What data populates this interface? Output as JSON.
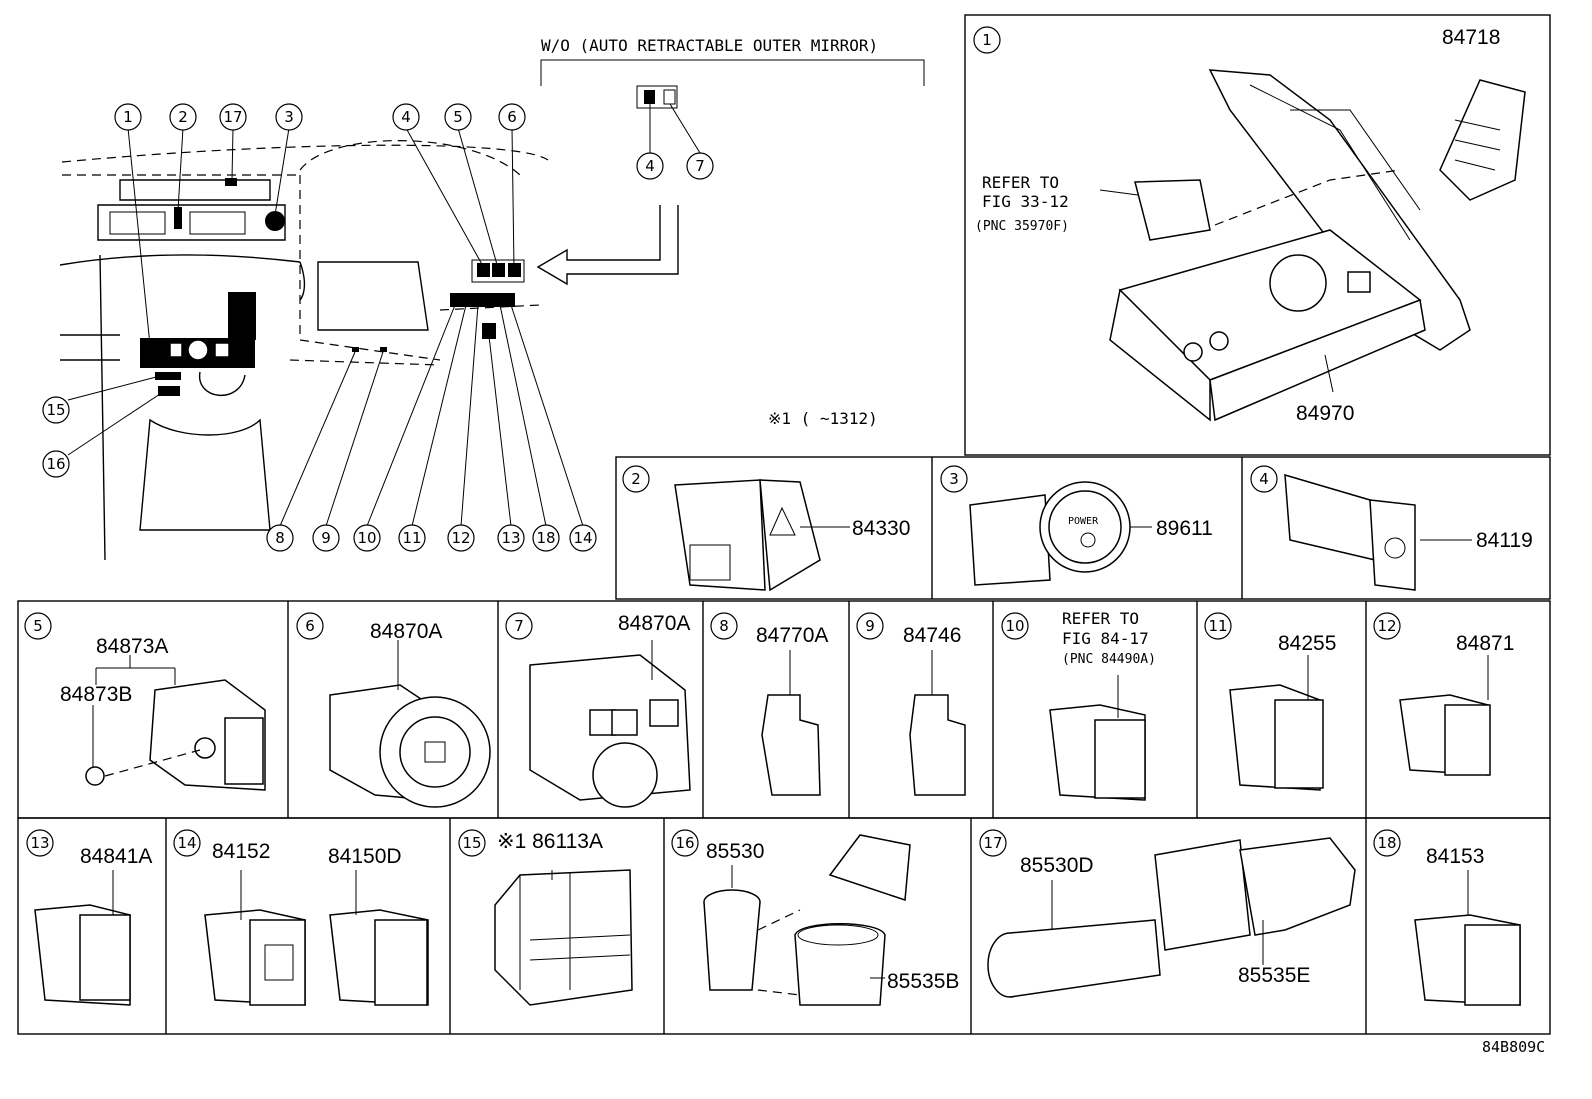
{
  "header": {
    "mirror_note": "W/O (AUTO RETRACTABLE OUTER MIRROR)",
    "footnote": "※1 (      ~1312)",
    "diagram_code": "84B809C"
  },
  "overview_callouts": [
    "1",
    "2",
    "17",
    "3",
    "4",
    "5",
    "6",
    "15",
    "16",
    "8",
    "9",
    "10",
    "11",
    "12",
    "13",
    "18",
    "14"
  ],
  "mirror_callouts": [
    "4",
    "7"
  ],
  "panels": [
    {
      "key": "p1",
      "callout": "1",
      "parts": [
        "84718",
        "84970"
      ],
      "refer": [
        "REFER TO",
        "FIG 33-12",
        "(PNC 35970F)"
      ]
    },
    {
      "key": "p2",
      "callout": "2",
      "parts": [
        "84330"
      ]
    },
    {
      "key": "p3",
      "callout": "3",
      "parts": [
        "89611"
      ],
      "label": "POWER"
    },
    {
      "key": "p4",
      "callout": "4",
      "parts": [
        "84119"
      ]
    },
    {
      "key": "p5",
      "callout": "5",
      "parts": [
        "84873A",
        "84873B"
      ]
    },
    {
      "key": "p6",
      "callout": "6",
      "parts": [
        "84870A"
      ]
    },
    {
      "key": "p7",
      "callout": "7",
      "parts": [
        "84870A"
      ]
    },
    {
      "key": "p8",
      "callout": "8",
      "parts": [
        "84770A"
      ]
    },
    {
      "key": "p9",
      "callout": "9",
      "parts": [
        "84746"
      ]
    },
    {
      "key": "p10",
      "callout": "10",
      "parts": [],
      "refer": [
        "REFER TO",
        "FIG 84-17",
        "(PNC 84490A)"
      ]
    },
    {
      "key": "p11",
      "callout": "11",
      "parts": [
        "84255"
      ]
    },
    {
      "key": "p12",
      "callout": "12",
      "parts": [
        "84871"
      ]
    },
    {
      "key": "p13",
      "callout": "13",
      "parts": [
        "84841A"
      ]
    },
    {
      "key": "p14",
      "callout": "14",
      "parts": [
        "84152",
        "84150D"
      ]
    },
    {
      "key": "p15",
      "callout": "15",
      "parts": [
        "※1 86113A"
      ]
    },
    {
      "key": "p16",
      "callout": "16",
      "parts": [
        "85530",
        "85535B"
      ]
    },
    {
      "key": "p17",
      "callout": "17",
      "parts": [
        "85530D",
        "85535E"
      ]
    },
    {
      "key": "p18",
      "callout": "18",
      "parts": [
        "84153"
      ]
    }
  ]
}
